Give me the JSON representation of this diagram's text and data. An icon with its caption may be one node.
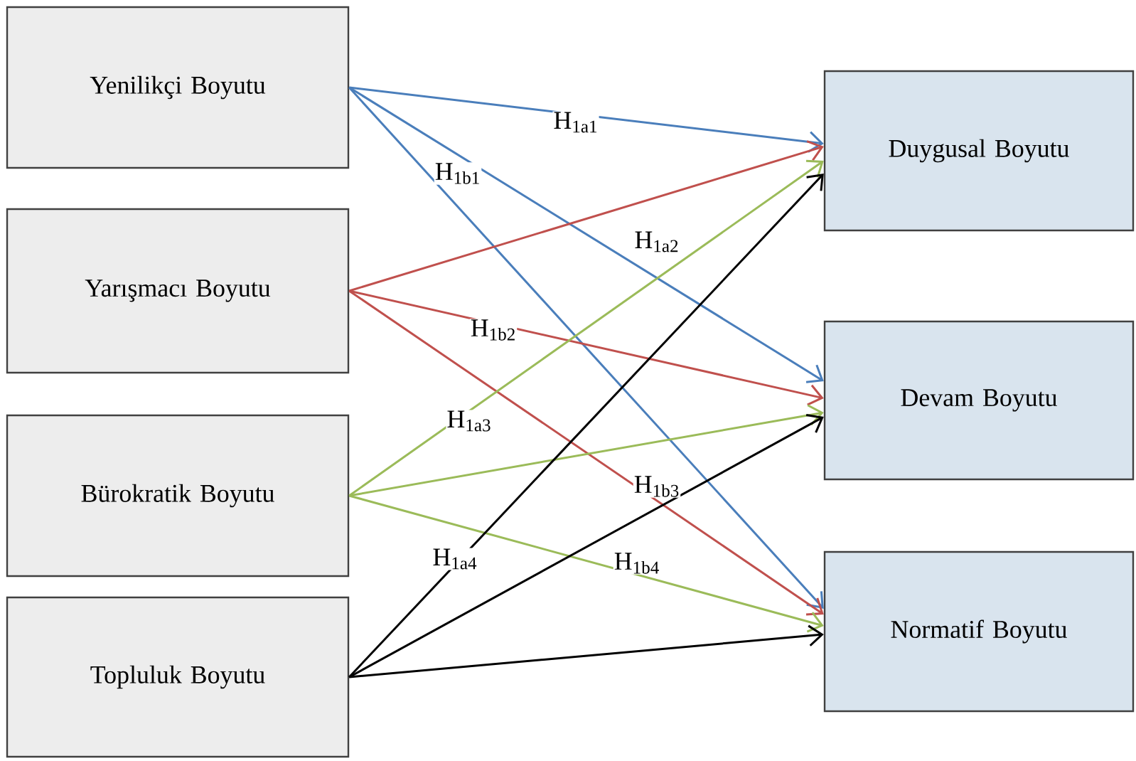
{
  "diagram": {
    "nodes": [
      {
        "text": [
          "Yenilikçi Boyutu"
        ]
      },
      {
        "text": [
          "Yarışmacı Boyutu"
        ]
      },
      {
        "text": [
          "Bürokratik Boyutu"
        ]
      },
      {
        "text": [
          "Topluluk Boyutu"
        ]
      },
      {
        "text": [
          "Duygusal Boyutu"
        ]
      },
      {
        "text": [
          "Devam Boyutu"
        ]
      },
      {
        "text": [
          "Normatif Boyutu"
        ]
      }
    ],
    "edges": [
      {
        "from": 0,
        "to": 4,
        "arrow": "to",
        "color": "#4a7ebb",
        "label": "H$_{1a1}$"
      },
      {
        "from": 0,
        "to": 5,
        "arrow": "to",
        "color": "#4a7ebb",
        "label": "H$_{1b1}$"
      },
      {
        "from": 0,
        "to": 6,
        "arrow": "to",
        "color": "#4a7ebb"
      },
      {
        "from": 1,
        "to": 4,
        "arrow": "to",
        "color": "#c0504d",
        "label": "H$_{1a2}$"
      },
      {
        "from": 1,
        "to": 5,
        "arrow": "to",
        "color": "#c0504d",
        "label": "H$_{1b2}$"
      },
      {
        "from": 1,
        "to": 6,
        "arrow": "to",
        "color": "#c0504d",
        "label": "H$_{1b3}$"
      },
      {
        "from": 2,
        "to": 4,
        "arrow": "to",
        "color": "#9bbb59",
        "label": "H$_{1a3}$"
      },
      {
        "from": 2,
        "to": 5,
        "arrow": "to",
        "color": "#9bbb59"
      },
      {
        "from": 2,
        "to": 6,
        "arrow": "to",
        "color": "#9bbb59",
        "label": "H$_{1b4}$"
      },
      {
        "from": 3,
        "to": 4,
        "arrow": "to",
        "color": "#000000",
        "label": "H$_{1a4}$"
      },
      {
        "from": 3,
        "to": 5,
        "arrow": "to",
        "color": "#000000"
      },
      {
        "from": 3,
        "to": 6,
        "arrow": "to",
        "color": "#000000"
      }
    ]
  }
}
